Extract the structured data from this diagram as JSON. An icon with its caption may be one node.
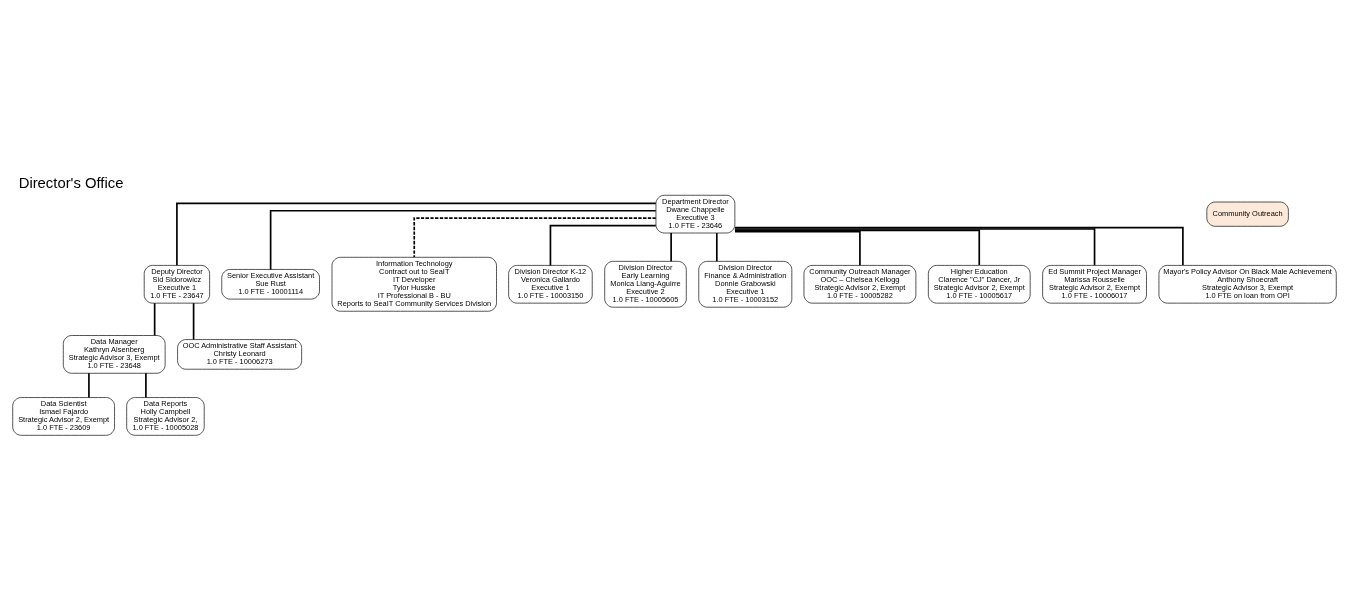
{
  "diagram": {
    "title": "Director's Office",
    "nodes": [
      {
        "text": [
          "Department Director",
          "Dwane Chappelle",
          "Executive 3",
          "1.0 FTE - 23646"
        ]
      },
      {
        "text": [
          "Community Outreach"
        ]
      },
      {
        "text": [
          "Deputy Director",
          "Sid Sidorowicz",
          "Executive 1",
          "1.0 FTE - 23647"
        ]
      },
      {
        "text": [
          "Senior Executive Assistant",
          "Sue Rust",
          "1.0 FTE - 10001114"
        ]
      },
      {
        "text": [
          "Data Manager",
          "Kathryn Aisenberg",
          "Strategic Advisor 3, Exempt",
          "1.0 FTE - 23648"
        ]
      },
      {
        "text": [
          "OOC Administrative Staff Assistant",
          "Christy Leonard",
          "1.0 FTE - 10006273"
        ]
      },
      {
        "text": [
          "Information Technology",
          "Contract out to SeaIT",
          "IT Developer",
          "Tylor Husske",
          "IT Professional B - BU",
          "Reports to SeaIT Community Services Division"
        ]
      },
      {
        "text": [
          "Data Scientist",
          "Ismael Fajardo",
          "Strategic Advisor 2, Exempt",
          "1.0 FTE - 23609"
        ]
      },
      {
        "text": [
          "Data Reports",
          "Holly Campbell",
          "Strategic Advisor 2,",
          "1.0 FTE - 10005028"
        ]
      },
      {
        "text": [
          "Division Director K-12",
          "Veronica Gallardo",
          "Executive 1",
          "1.0 FTE - 10003150"
        ]
      },
      {
        "text": [
          "Division Director",
          "Early Learning",
          "Monica Liang-Aguirre",
          "Executive 2",
          "1.0 FTE - 10005605"
        ]
      },
      {
        "text": [
          "Division Director",
          "Finance & Administration",
          "Donnie Grabowski",
          "Executive 1",
          "1.0 FTE - 10003152"
        ]
      },
      {
        "text": [
          "Community Outreach Manager",
          "OOC – Chelsea Kellogg",
          "Strategic Advisor 2, Exempt",
          "1.0 FTE - 10005282"
        ]
      },
      {
        "text": [
          "Higher Education",
          "Clarence \"CJ\" Dancer, Jr",
          "Strategic Advisor 2, Exempt",
          "1.0 FTE - 10005617"
        ]
      },
      {
        "text": [
          "Ed Summit Project Manager",
          "Marissa Rousselle",
          "Strategic Advisor 2, Exempt",
          "1.0 FTE - 10006017"
        ]
      },
      {
        "text": [
          "Mayor's Policy Advisor On Black Male Achievement",
          "Anthony Shoecraft",
          "Strategic Advisor 3, Exempt",
          "1.0 FTE on loan from OPI"
        ]
      }
    ],
    "edges": [
      {
        "from": 0,
        "to": 2,
        "arrow": "none"
      },
      {
        "from": 0,
        "to": 3,
        "arrow": "none"
      },
      {
        "from": 2,
        "to": 5,
        "arrow": "none"
      },
      {
        "from": 2,
        "to": 4,
        "arrow": "none"
      },
      {
        "from": 0,
        "to": 6,
        "arrow": "none",
        "style": "dashed"
      },
      {
        "from": 4,
        "to": 7,
        "arrow": "none"
      },
      {
        "from": 4,
        "to": 8,
        "arrow": "none"
      },
      {
        "from": 0,
        "to": 9,
        "arrow": "none"
      },
      {
        "from": 0,
        "to": 10,
        "arrow": "none"
      },
      {
        "from": 0,
        "to": 11,
        "arrow": "none"
      },
      {
        "from": 0,
        "to": 12,
        "arrow": "none"
      },
      {
        "from": 0,
        "to": 13,
        "arrow": "none"
      },
      {
        "from": 0,
        "to": 14,
        "arrow": "none"
      },
      {
        "from": 0,
        "to": 15,
        "arrow": "none"
      }
    ]
  }
}
